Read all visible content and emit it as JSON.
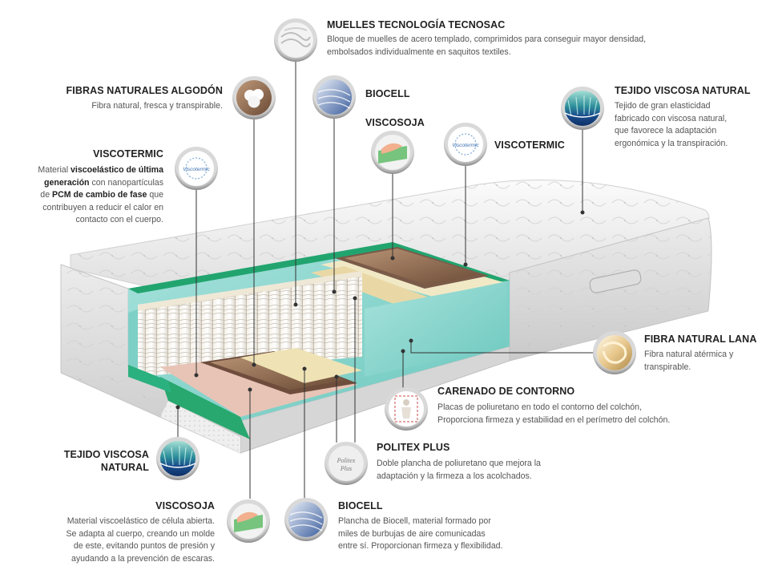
{
  "colors": {
    "foam_green": "#2bb07f",
    "viscosa_blue": "#1f5f9c",
    "core_cyan": "#8fd6cf",
    "text_dark": "#222222",
    "text_muted": "#555555",
    "leader_line": "#3a3a3a"
  },
  "callouts": {
    "muelles": {
      "title": "MUELLES TECNOLOGÍA TECNOSAC",
      "desc_1": "Bloque de muelles de acero templado, comprimidos para conseguir mayor densidad,",
      "desc_2": "embolsados individualmente en saquitos textiles.",
      "icon": "spring-coil-icon"
    },
    "fibras": {
      "title": "FIBRAS NATURALES ALGODÓN",
      "desc_1": "Fibra natural, fresca y transpirable.",
      "icon": "cotton-icon"
    },
    "biocell_top": {
      "title": "BIOCELL",
      "icon": "biocell-icon"
    },
    "viscosoja_top": {
      "title": "VISCOSOJA",
      "icon": "viscosoja-icon"
    },
    "viscotermic_mid": {
      "title": "VISCOTERMIC",
      "icon": "viscotermic-icon"
    },
    "tejido_top": {
      "title": "TEJIDO VISCOSA NATURAL",
      "desc_1": "Tejido de gran elasticidad",
      "desc_2": "fabricado con viscosa natural,",
      "desc_3": "que favorece la adaptación",
      "desc_4": "ergonómica y la transpiración.",
      "icon": "viscosa-fabric-icon"
    },
    "viscotermic_left": {
      "title": "VISCOTERMIC",
      "desc_a": "Material ",
      "desc_b": "viscoelástico de última",
      "desc_c": "generación",
      "desc_d": " con nanopartículas",
      "desc_e": "de ",
      "desc_f": "PCM de cambio de fase",
      "desc_g": " que",
      "desc_h": "contribuyen a reducir el calor en",
      "desc_i": "contacto con el cuerpo.",
      "icon_text": "Viscotermic",
      "icon": "viscotermic-icon"
    },
    "lana": {
      "title": "FIBRA NATURAL LANA",
      "desc_1": "Fibra natural atérmica y",
      "desc_2": "transpirable.",
      "icon": "wool-icon"
    },
    "carenado": {
      "title": "CARENADO DE CONTORNO",
      "desc_1": "Placas de poliuretano en todo el contorno del colchón,",
      "desc_2": "Proporciona firmeza y estabilidad en el perímetro del colchón.",
      "icon": "contour-icon"
    },
    "politex": {
      "title": "POLITEX PLUS",
      "desc_1": "Doble plancha de poliuretano que mejora la",
      "desc_2": "adaptación y la firmeza a los acolchados.",
      "icon": "politex-icon"
    },
    "tejido_bottom": {
      "title_1": "TEJIDO VISCOSA",
      "title_2": "NATURAL",
      "icon": "viscosa-fabric-icon"
    },
    "viscosoja_bottom": {
      "title": "VISCOSOJA",
      "desc_1": "Material viscoelástico de célula abierta.",
      "desc_2": "Se adapta al cuerpo, creando un molde",
      "desc_3": "de este, evitando puntos de presión y",
      "desc_4": "ayudando a la prevención de escaras.",
      "icon": "viscosoja-icon"
    },
    "biocell_bottom": {
      "title": "BIOCELL",
      "desc_1": "Plancha de Biocell, material formado por",
      "desc_2": "miles de burbujas de aire comunicadas",
      "desc_3": "entre sí. Proporcionan firmeza y flexibilidad.",
      "icon": "biocell-icon"
    }
  }
}
